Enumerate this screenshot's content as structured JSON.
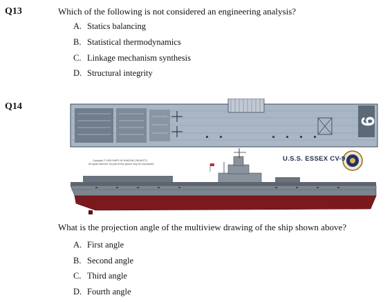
{
  "q13": {
    "number": "Q13",
    "question": "Which of the following is not considered an engineering analysis?",
    "options": [
      {
        "letter": "A.",
        "text": "Statics balancing"
      },
      {
        "letter": "B.",
        "text": "Statistical thermodynamics"
      },
      {
        "letter": "C.",
        "text": "Linkage mechanism synthesis"
      },
      {
        "letter": "D.",
        "text": "Structural integrity"
      }
    ]
  },
  "q14": {
    "number": "Q14",
    "figure": {
      "ship_label": "U.S.S. ESSEX CV-9",
      "hull_number": "9",
      "credit_line1": "Copyright © 2005 SHIPS IN SHADOW (TAGART?)",
      "credit_line2": "All rights reserved. No part of this picture may be reproduced"
    },
    "question": "What is the projection angle of the multiview drawing of the ship shown above?",
    "options": [
      {
        "letter": "A.",
        "text": "First angle"
      },
      {
        "letter": "B.",
        "text": "Second angle"
      },
      {
        "letter": "C.",
        "text": "Third angle"
      },
      {
        "letter": "D.",
        "text": "Fourth angle"
      }
    ]
  },
  "colors": {
    "deck": "#a9b6c5",
    "deck_dark": "#5f6f80",
    "hull_gray": "#7d858f",
    "hull_red": "#7a1a1f",
    "label_navy": "#1f2f4f"
  }
}
